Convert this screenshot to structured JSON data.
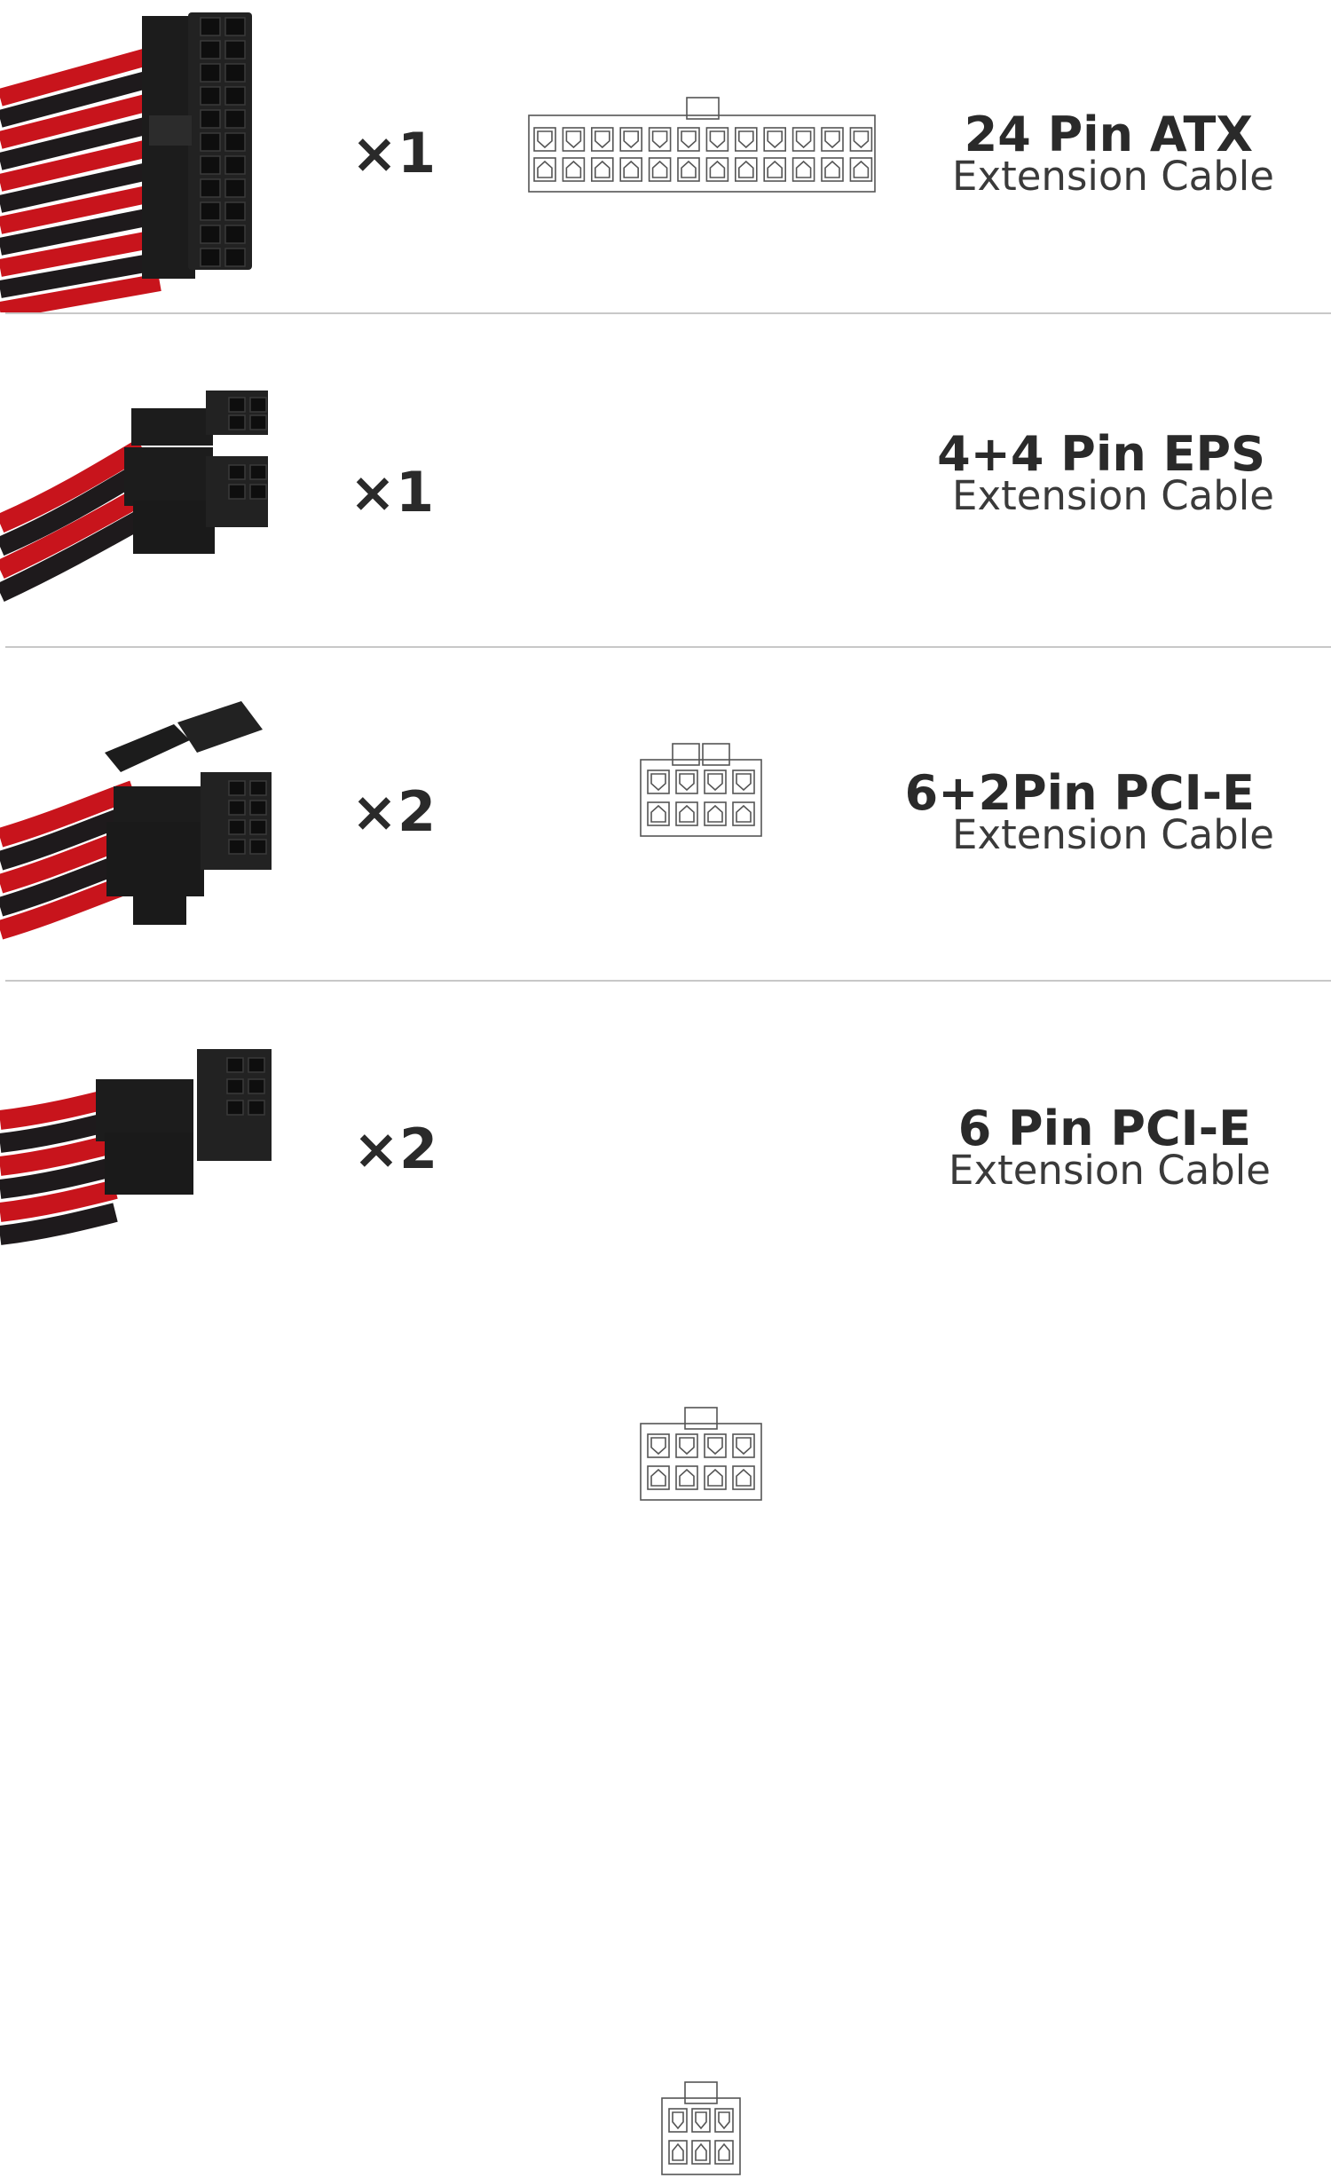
{
  "colors": {
    "sleeve_red": "#c8141c",
    "sleeve_black": "#1e1a1c",
    "connector": "#1c1c1c",
    "divider": "#c8c8c8",
    "text": "#2a2a2a"
  },
  "items": [
    {
      "quantity": "×1",
      "title": "24 Pin ATX",
      "subtitle": "Extension Cable",
      "pins": 24,
      "icon": "atx-24-pin-connector-icon"
    },
    {
      "quantity": "×1",
      "title": "4+4 Pin EPS",
      "subtitle": "Extension Cable",
      "pins": 8,
      "icon": "eps-4-4-pin-connector-icon"
    },
    {
      "quantity": "×2",
      "title": "6+2Pin PCI-E",
      "subtitle": "Extension Cable",
      "pins": 8,
      "icon": "pcie-6-2-pin-connector-icon"
    },
    {
      "quantity": "×2",
      "title": "6 Pin PCI-E",
      "subtitle": "Extension Cable",
      "pins": 6,
      "icon": "pcie-6-pin-connector-icon"
    }
  ]
}
